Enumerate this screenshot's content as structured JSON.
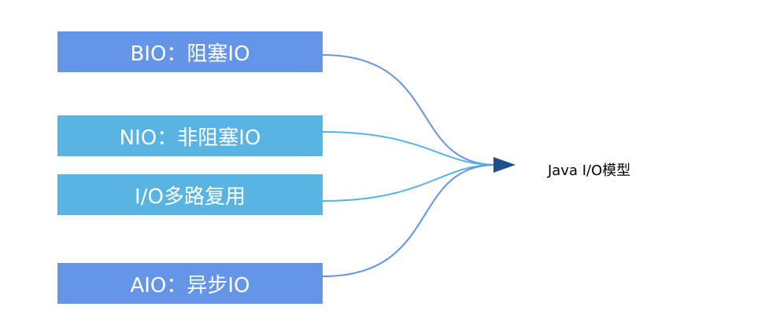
{
  "diagram": {
    "nodes": [
      {
        "id": "bio",
        "label": "BIO：阻塞IO",
        "color": "#6495e6"
      },
      {
        "id": "nio",
        "label": "NIO：非阻塞IO",
        "color": "#57b4e3"
      },
      {
        "id": "mux",
        "label": "I/O多路复用",
        "color": "#57b4e3"
      },
      {
        "id": "aio",
        "label": "AIO：异步IO",
        "color": "#6495e6"
      }
    ],
    "target": {
      "label": "Java I/O模型"
    },
    "edges": [
      {
        "from": "bio",
        "to": "target",
        "color": "#6495e6"
      },
      {
        "from": "nio",
        "to": "target",
        "color": "#57b4e3"
      },
      {
        "from": "mux",
        "to": "target",
        "color": "#57b4e3"
      },
      {
        "from": "aio",
        "to": "target",
        "color": "#6495e6"
      }
    ],
    "arrow_color": "#1d4f91"
  }
}
